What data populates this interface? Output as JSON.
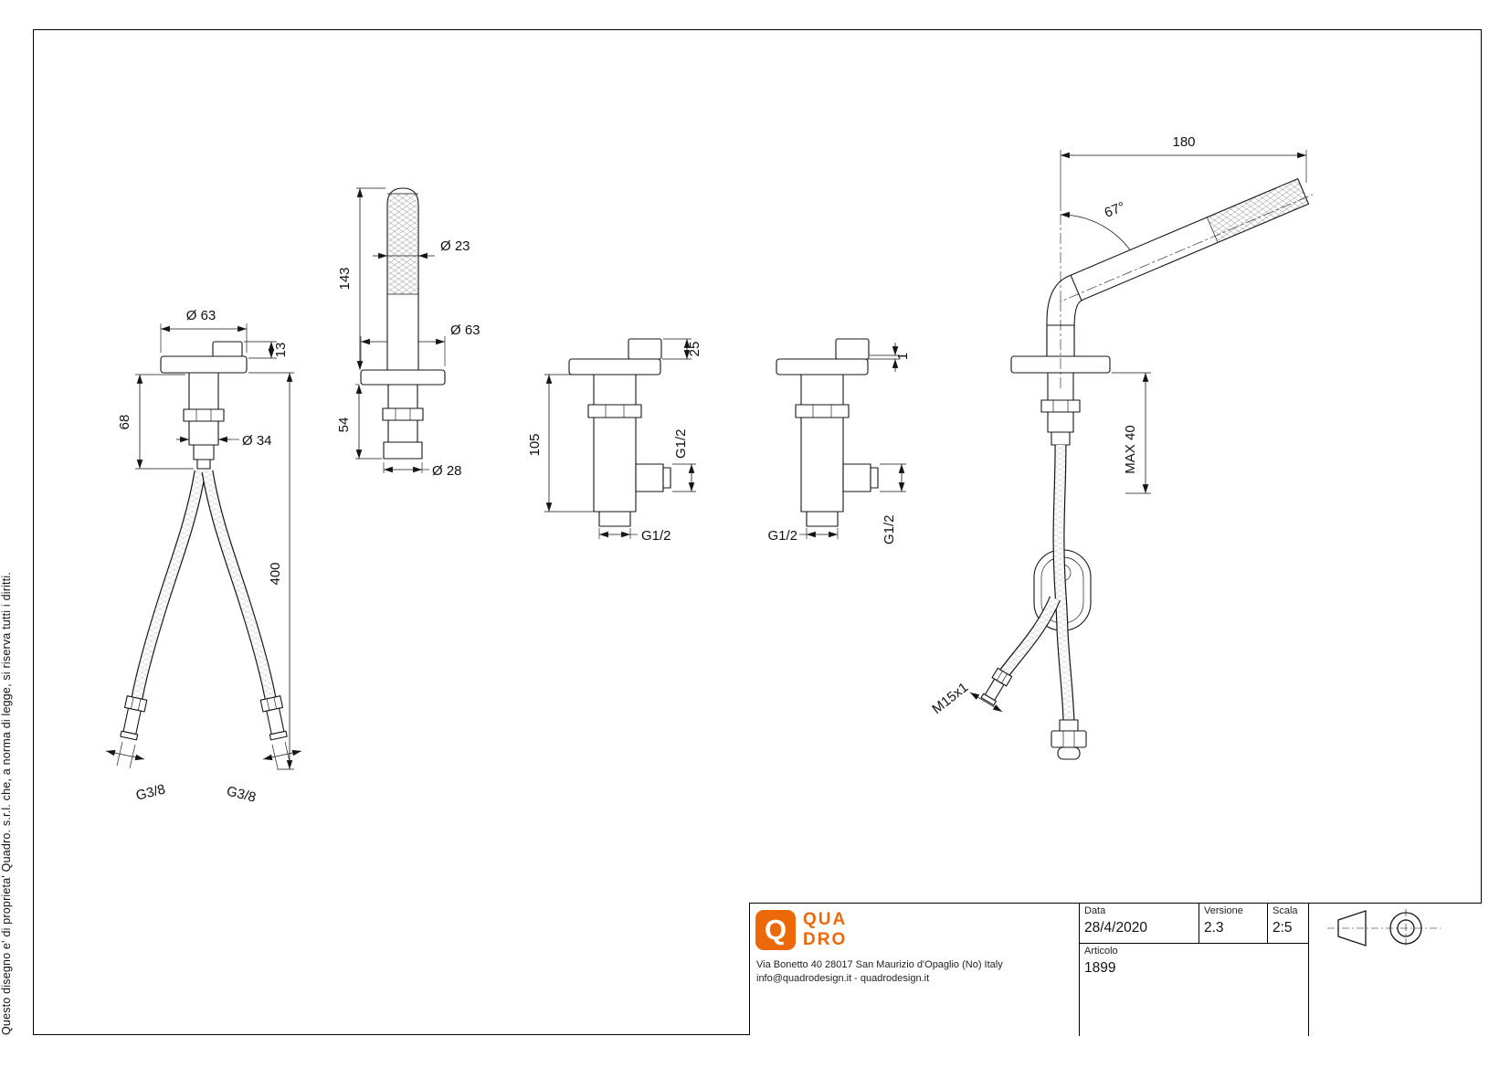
{
  "page": {
    "copyright_note": "Questo disegno e' di proprieta' Quadro. s.r.l. che, a norma di legge, si riserva tutti i diritti."
  },
  "views": {
    "diverter": {
      "dim_dia_63": "Ø 63",
      "dim_13": "13",
      "dim_68": "68",
      "dim_dia_34": "Ø 34",
      "dim_400": "400",
      "thread_left": "G3/8",
      "thread_right": "G3/8"
    },
    "handshower": {
      "dim_143": "143",
      "dim_dia_23": "Ø 23",
      "dim_dia_63": "Ø 63",
      "dim_54": "54",
      "dim_dia_28": "Ø 28"
    },
    "valve_a": {
      "dim_25": "25",
      "dim_105": "105",
      "thread_side": "G1/2",
      "thread_bottom": "G1/2"
    },
    "valve_b": {
      "dim_1": "1",
      "thread_side": "G1/2",
      "thread_bottom": "G1/2"
    },
    "handshower_mounted": {
      "dim_180": "180",
      "dim_angle": "67°",
      "dim_max": "MAX 40",
      "thread": "M15x1"
    }
  },
  "title_block": {
    "logo": {
      "mark": "Q",
      "line1": "QUA",
      "line2": "DRO",
      "accent_color": "#EB6909"
    },
    "address_line1": "Via Bonetto 40  28017 San Maurizio d'Opaglio (No) Italy",
    "address_line2": "info@quadrodesign.it  -  quadrodesign.it",
    "fields": {
      "data_label": "Data",
      "data_value": "28/4/2020",
      "versione_label": "Versione",
      "versione_value": "2.3",
      "scala_label": "Scala",
      "scala_value": "2:5",
      "articolo_label": "Articolo",
      "articolo_value": "1899"
    }
  }
}
